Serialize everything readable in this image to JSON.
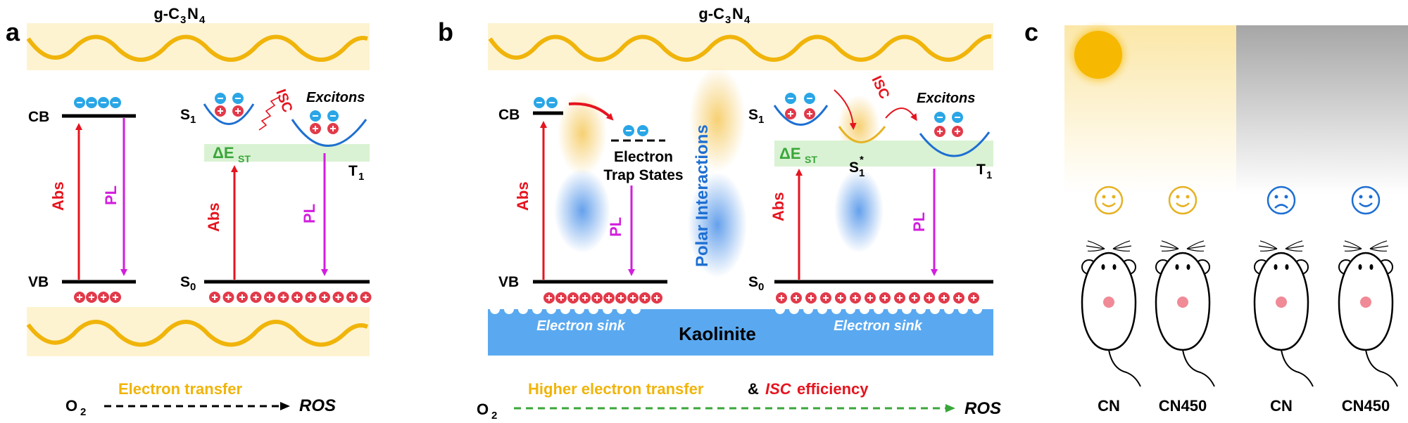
{
  "panel_a": {
    "letter": "a",
    "material": "g-C",
    "material_3a": "3",
    "material_n": "N",
    "material_4": "4",
    "cb": "CB",
    "vb": "VB",
    "abs": "Abs",
    "pl": "PL",
    "s": "S",
    "one": "1",
    "zero": "0",
    "t": "T",
    "isc": "ISC",
    "excitons": "Excitons",
    "delta_e": "ΔE",
    "st": "ST",
    "o": "O",
    "two": "2",
    "transfer": "Electron transfer",
    "ros": "ROS"
  },
  "panel_b": {
    "letter": "b",
    "material": "g-C",
    "material_3": "3",
    "material_n": "N",
    "material_4": "4",
    "cb": "CB",
    "vb": "VB",
    "abs": "Abs",
    "pl": "PL",
    "trap_line1": "Electron",
    "trap_line2": "Trap States",
    "polar": "Polar Interactions",
    "s": "S",
    "one": "1",
    "zero": "0",
    "star": "*",
    "t": "T",
    "isc": "ISC",
    "excitons": "Excitons",
    "delta_e": "ΔE",
    "st": "ST",
    "kaolinite": "Kaolinite",
    "sink_left": "Electron sink",
    "sink_right": "Electron sink",
    "o": "O",
    "two": "2",
    "higher": "Higher electron transfer",
    "amp": "&",
    "isc_text": "ISC",
    "efficiency": "efficiency",
    "ros": "ROS"
  },
  "panel_c": {
    "letter": "c",
    "labels": [
      "CN",
      "CN450",
      "CN",
      "CN450"
    ],
    "moods": [
      "happy",
      "happy",
      "sad",
      "happy"
    ],
    "icons": [
      "sun-icon",
      "moon-icon"
    ]
  },
  "colors": {
    "gold": "#f0b40a",
    "red": "#e5141e",
    "magenta": "#d21ede",
    "blue_wave": "#1e6fd2",
    "green": "#3aa63a",
    "kaolinite": "#5aa9f0",
    "charge_blue": "#2aa6e6",
    "charge_red": "#e23a4a",
    "face_gold": "#e6b222",
    "face_blue": "#1e6fd2"
  }
}
